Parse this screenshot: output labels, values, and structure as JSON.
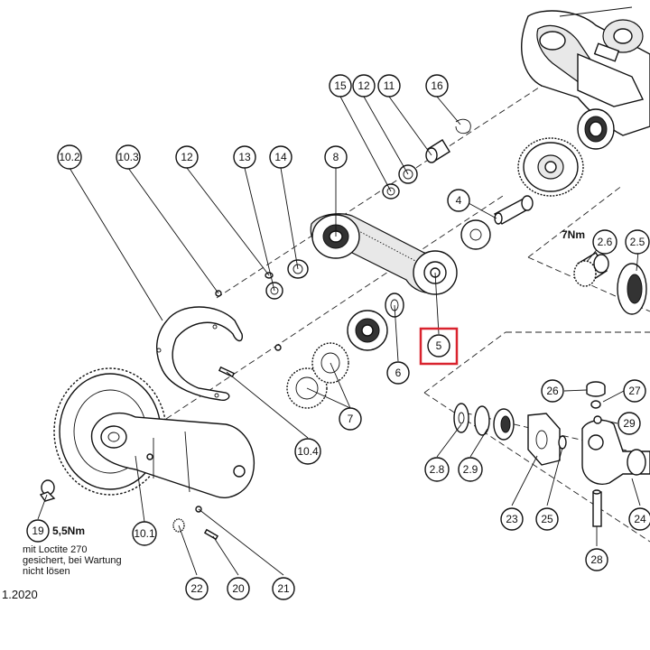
{
  "title": "",
  "date_fragment": "1.2020",
  "callouts": {
    "c15": "15",
    "c12a": "12",
    "c11": "11",
    "c16": "16",
    "c10_2": "10.2",
    "c10_3": "10.3",
    "c12b": "12",
    "c13": "13",
    "c14": "14",
    "c8": "8",
    "c4": "4",
    "c2_6": "2.6",
    "c2_5": "2.5",
    "c5": "5",
    "c6": "6",
    "c7": "7",
    "c10_4": "10.4",
    "c10_1": "10.1",
    "c19": "19",
    "c22": "22",
    "c20": "20",
    "c21": "21",
    "c26": "26",
    "c27": "27",
    "c29": "29",
    "c2_8": "2.8",
    "c2_9": "2.9",
    "c23": "23",
    "c25": "25",
    "c24": "24",
    "c28": "28"
  },
  "highlighted_callout": "5",
  "torque_labels": {
    "bevel_gear": "7Nm",
    "screw_19": "5,5Nm"
  },
  "note_lines": [
    "mit Loctite 270",
    "gesichert, bei Wartung",
    "nicht lösen"
  ],
  "colors": {
    "line": "#111111",
    "highlight": "#d9232e",
    "background": "#ffffff"
  }
}
